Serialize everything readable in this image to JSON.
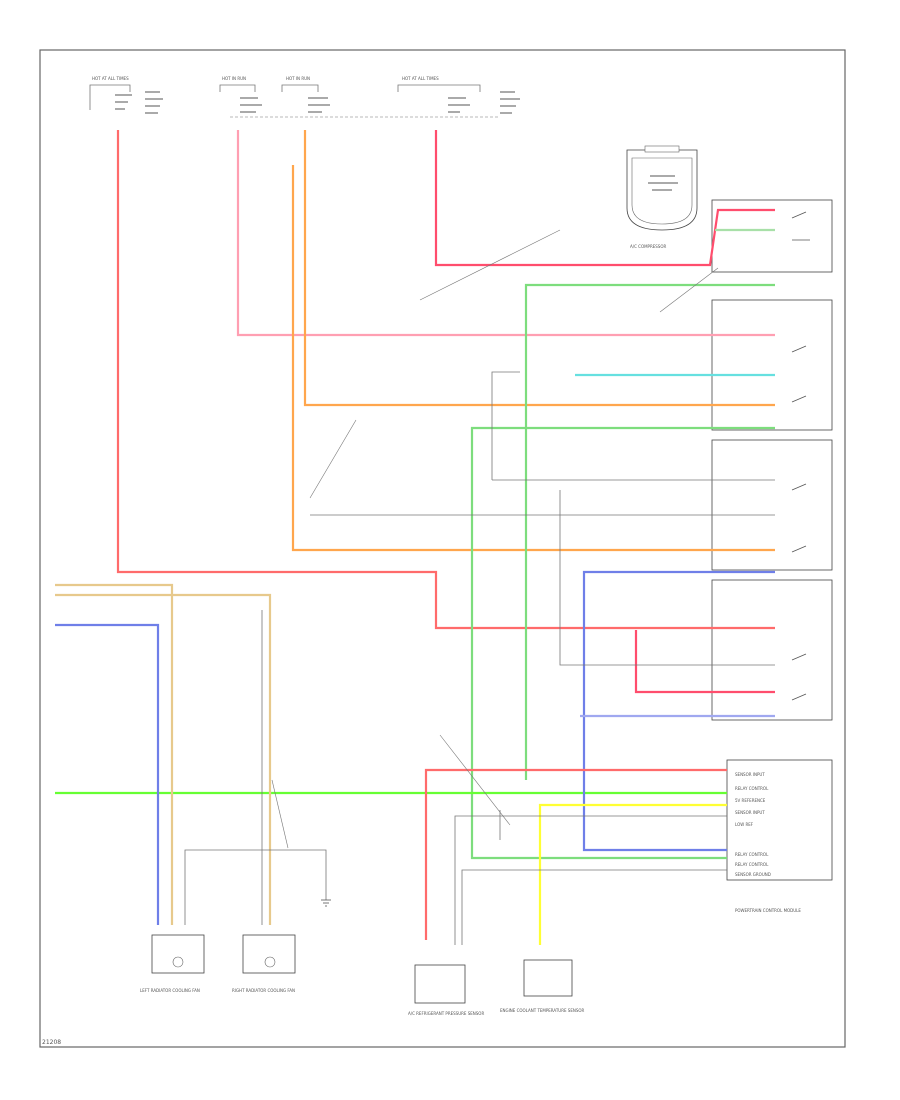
{
  "diagram": {
    "id_code": "21208",
    "colors": {
      "red": "#ff5c7a",
      "pink": "#ff9fb2",
      "orange": "#ffa64d",
      "green": "#66dd66",
      "bright_green": "#66ff33",
      "blue": "#6f7fe8",
      "tan": "#e7c98c",
      "yellow": "#ffff33",
      "cyan": "#5ce6e6",
      "gray": "#999999"
    },
    "fuse_labels": [
      "HOT AT ALL TIMES",
      "HOT IN RUN",
      "HOT IN RUN",
      "HOT AT ALL TIMES"
    ],
    "components": {
      "compressor": "A/C COMPRESSOR",
      "pcm": "POWERTRAIN CONTROL MODULE",
      "ect_sensor": "ENGINE COOLANT TEMPERATURE SENSOR",
      "ac_pressure": "A/C REFRIGERANT PRESSURE SENSOR",
      "left_fan": "LEFT RADIATOR COOLING FAN",
      "right_fan": "RIGHT RADIATOR COOLING FAN"
    },
    "pcm_pins": [
      "SENSOR INPUT",
      "RELAY CONTROL",
      "5V REFERENCE",
      "SENSOR INPUT",
      "LOW REF",
      "RELAY CONTROL",
      "RELAY CONTROL",
      "SENSOR GROUND"
    ]
  }
}
